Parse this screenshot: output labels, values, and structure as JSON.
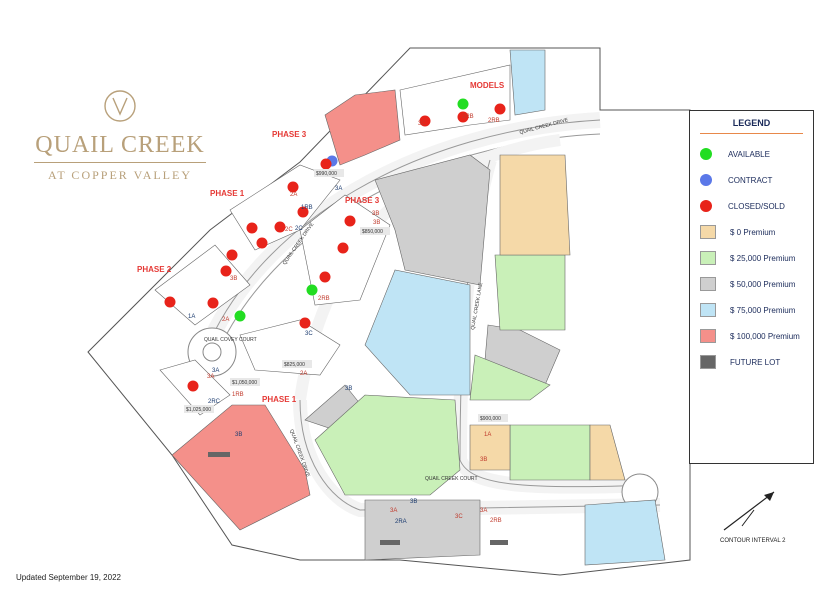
{
  "logo": {
    "monogram": "QV",
    "title": "QUAIL CREEK",
    "subtitle": "AT COPPER VALLEY"
  },
  "phases": [
    "PHASE 3",
    "MODELS",
    "PHASE 1",
    "PHASE 3",
    "PHASE 2",
    "PHASE 1"
  ],
  "street_labels": {
    "creek_drive_north": "QUAIL CREEK DRIVE",
    "creek_drive_center": "QUAIL CREEK DRIVE",
    "creek_lane": "QUAIL CREEK LANE",
    "creek_court": "QUAIL CREEK COURT",
    "covey_court": "QUAIL COVEY COURT",
    "creek_drive_south": "QUAIL CREEK DRIVE"
  },
  "lot_labels": [
    "3A",
    "3B",
    "2RB",
    "2C",
    "3B",
    "3B",
    "1A",
    "3B",
    "2A",
    "3C",
    "2RB",
    "2A",
    "2RC",
    "1RB",
    "3A",
    "3B",
    "3A",
    "3A",
    "2RA",
    "3C",
    "2RB",
    "3B",
    "1A",
    "3B",
    "3A",
    "3C",
    "2RB",
    "3B",
    "2C",
    "2A",
    "1RB"
  ],
  "price_tags": [
    "$990,000",
    "$850,000",
    "$1,025,000",
    "$825,000",
    "$1,050,000",
    "$900,000"
  ],
  "legend": {
    "title": "LEGEND",
    "items": [
      {
        "label": "AVAILABLE",
        "kind": "dot",
        "color": "#22dd22"
      },
      {
        "label": "CONTRACT",
        "kind": "dot",
        "color": "#5b78e8"
      },
      {
        "label": "CLOSED/SOLD",
        "kind": "dot",
        "color": "#e8231a"
      },
      {
        "label": "$ 0 Premium",
        "kind": "swatch",
        "color": "#f5d9a8"
      },
      {
        "label": "$ 25,000 Premium",
        "kind": "swatch",
        "color": "#c9f0b8"
      },
      {
        "label": "$ 50,000 Premium",
        "kind": "swatch",
        "color": "#cfcfcf"
      },
      {
        "label": "$ 75,000 Premium",
        "kind": "swatch",
        "color": "#bfe4f5"
      },
      {
        "label": "$ 100,000 Premium",
        "kind": "swatch",
        "color": "#f4908a"
      },
      {
        "label": "FUTURE LOT",
        "kind": "swatch",
        "color": "#666666"
      }
    ]
  },
  "updated": "Updated September 19, 2022",
  "contour": "CONTOUR INTERVAL 2"
}
